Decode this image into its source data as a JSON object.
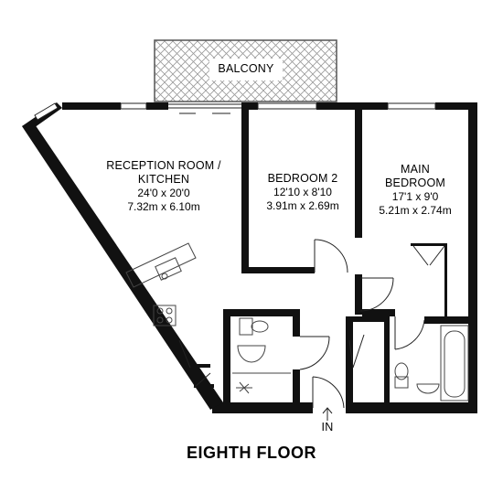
{
  "balcony": {
    "name": "BALCONY"
  },
  "reception": {
    "line1": "RECEPTION ROOM /",
    "line2": "KITCHEN",
    "imperial": "24'0 x 20'0",
    "metric": "7.32m x 6.10m"
  },
  "bedroom2": {
    "name": "BEDROOM 2",
    "imperial": "12'10 x 8'10",
    "metric": "3.91m x 2.69m"
  },
  "main_bedroom": {
    "line1": "MAIN",
    "line2": "BEDROOM",
    "imperial": "17'1 x 9'0",
    "metric": "5.21m x 2.74m"
  },
  "entrance": {
    "label": "IN"
  },
  "floor": {
    "title": "EIGHTH FLOOR"
  },
  "colors": {
    "wall": "#111111",
    "fixture": "#444444",
    "balcony_hatch": "#9a9a9a",
    "background": "#ffffff"
  }
}
